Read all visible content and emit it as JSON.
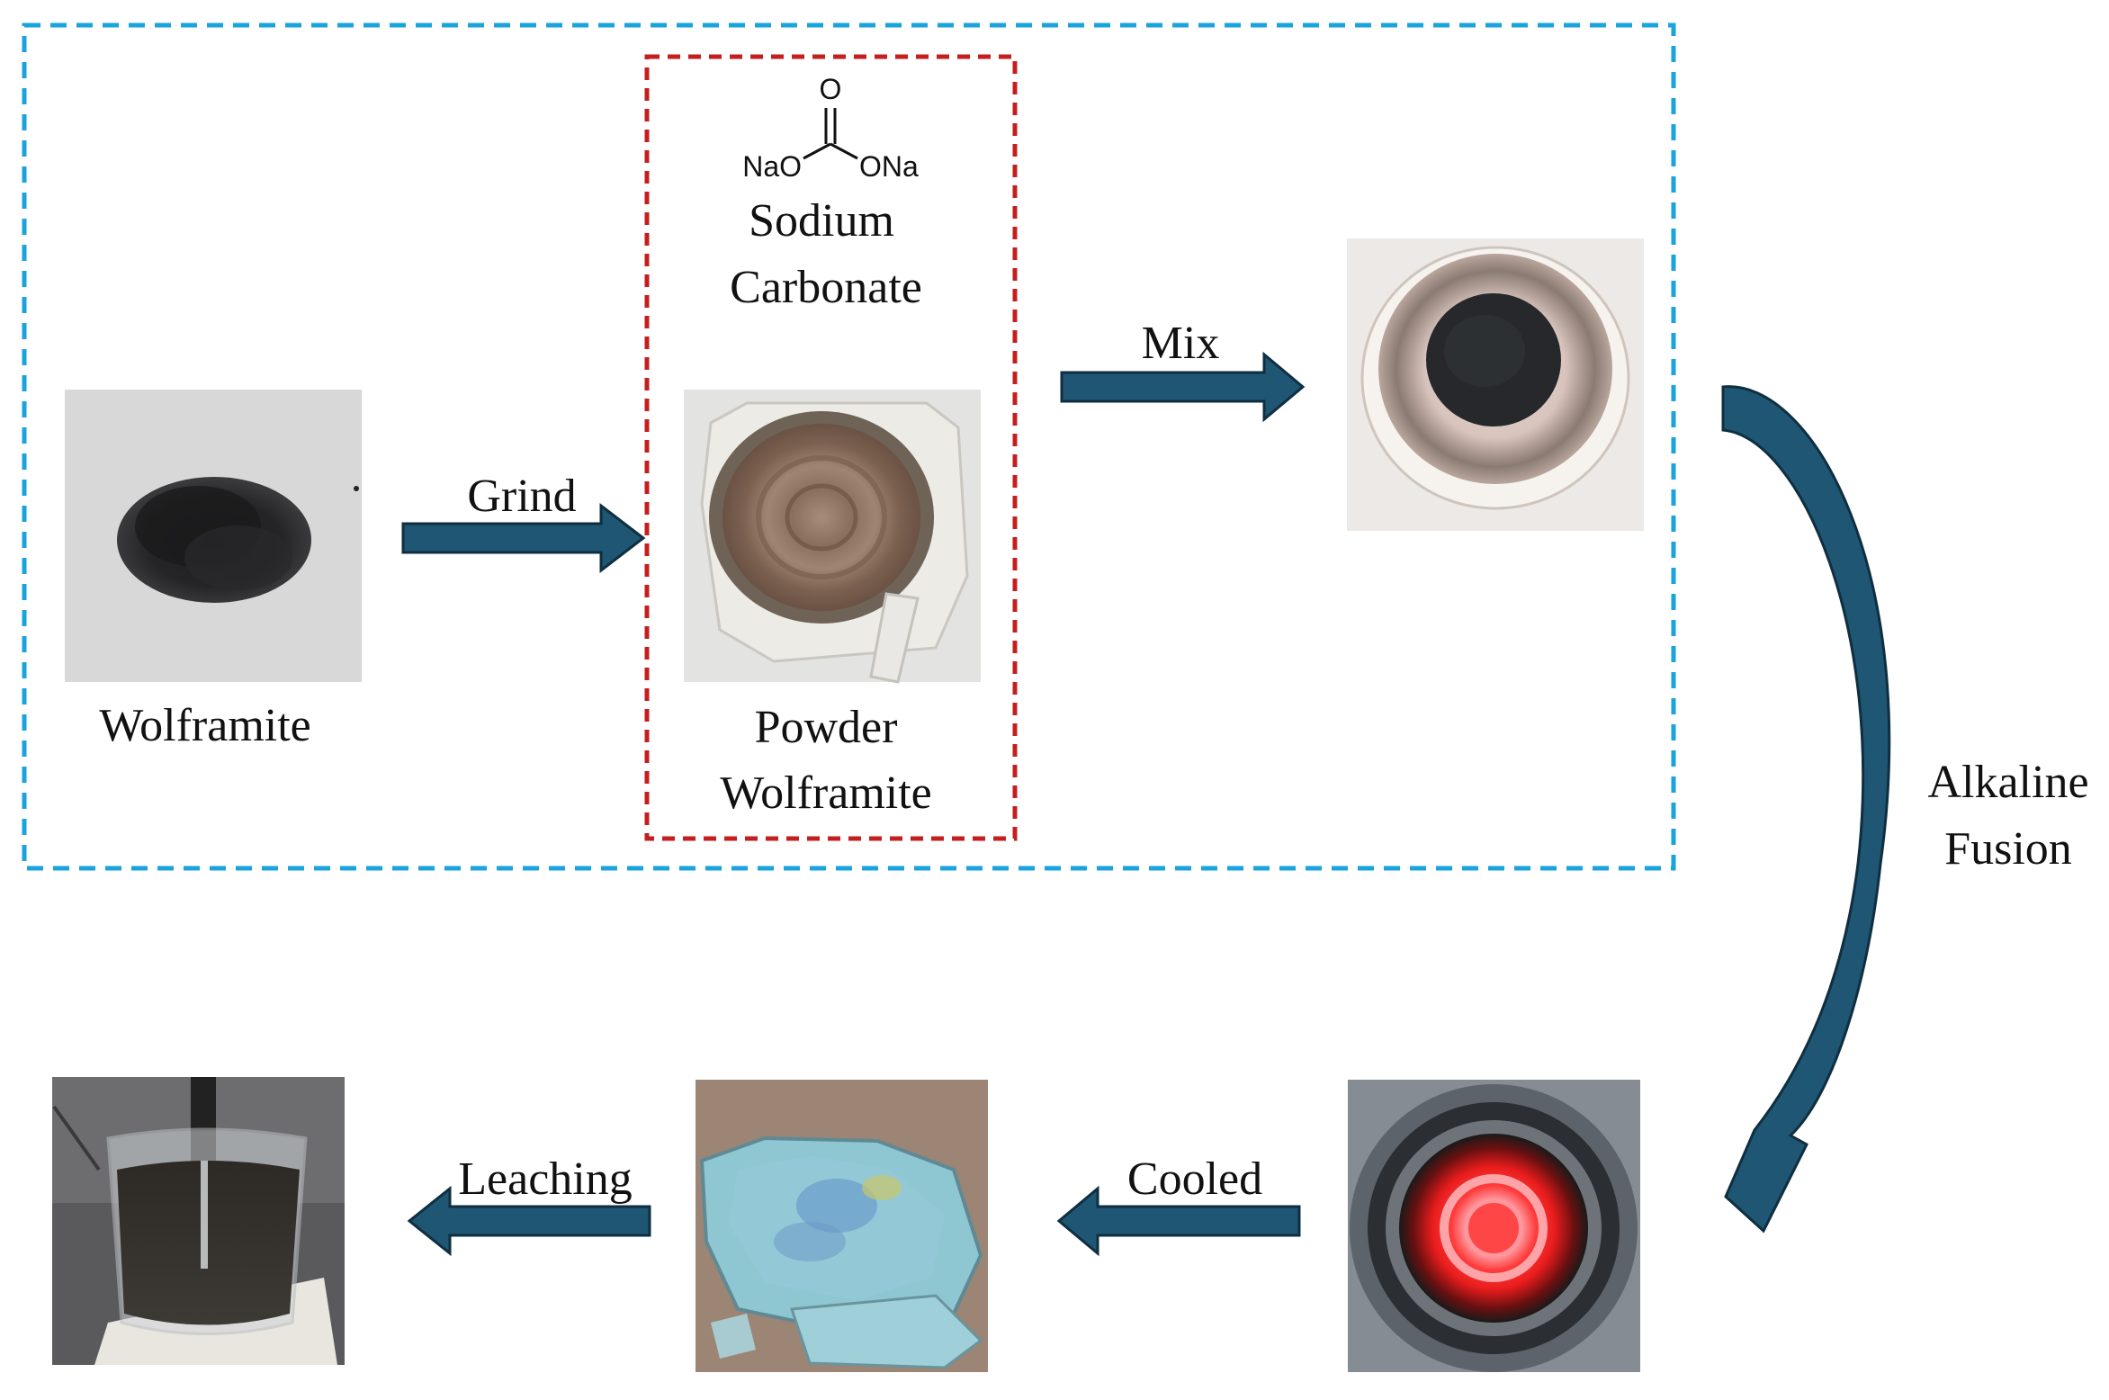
{
  "colors": {
    "outer_box": "#1aa3dc",
    "inner_box": "#c41e1e",
    "arrow": "#1e5674",
    "arrow_edge": "#0f2f40"
  },
  "chemical": {
    "oxygen": "O",
    "left_group": "NaO",
    "right_group": "ONa",
    "name_line1": "Sodium",
    "name_line2": "Carbonate"
  },
  "photos": {
    "wolframite": {
      "label": "Wolframite"
    },
    "powder": {
      "label_line1": "Powder",
      "label_line2": "Wolframite"
    },
    "crucible": {},
    "heating": {},
    "cooled_solid": {},
    "leaching_beaker": {}
  },
  "steps": {
    "grind": "Grind",
    "mix": "Mix",
    "fusion_line1": "Alkaline",
    "fusion_line2": "Fusion",
    "cooled": "Cooled",
    "leaching": "Leaching"
  }
}
